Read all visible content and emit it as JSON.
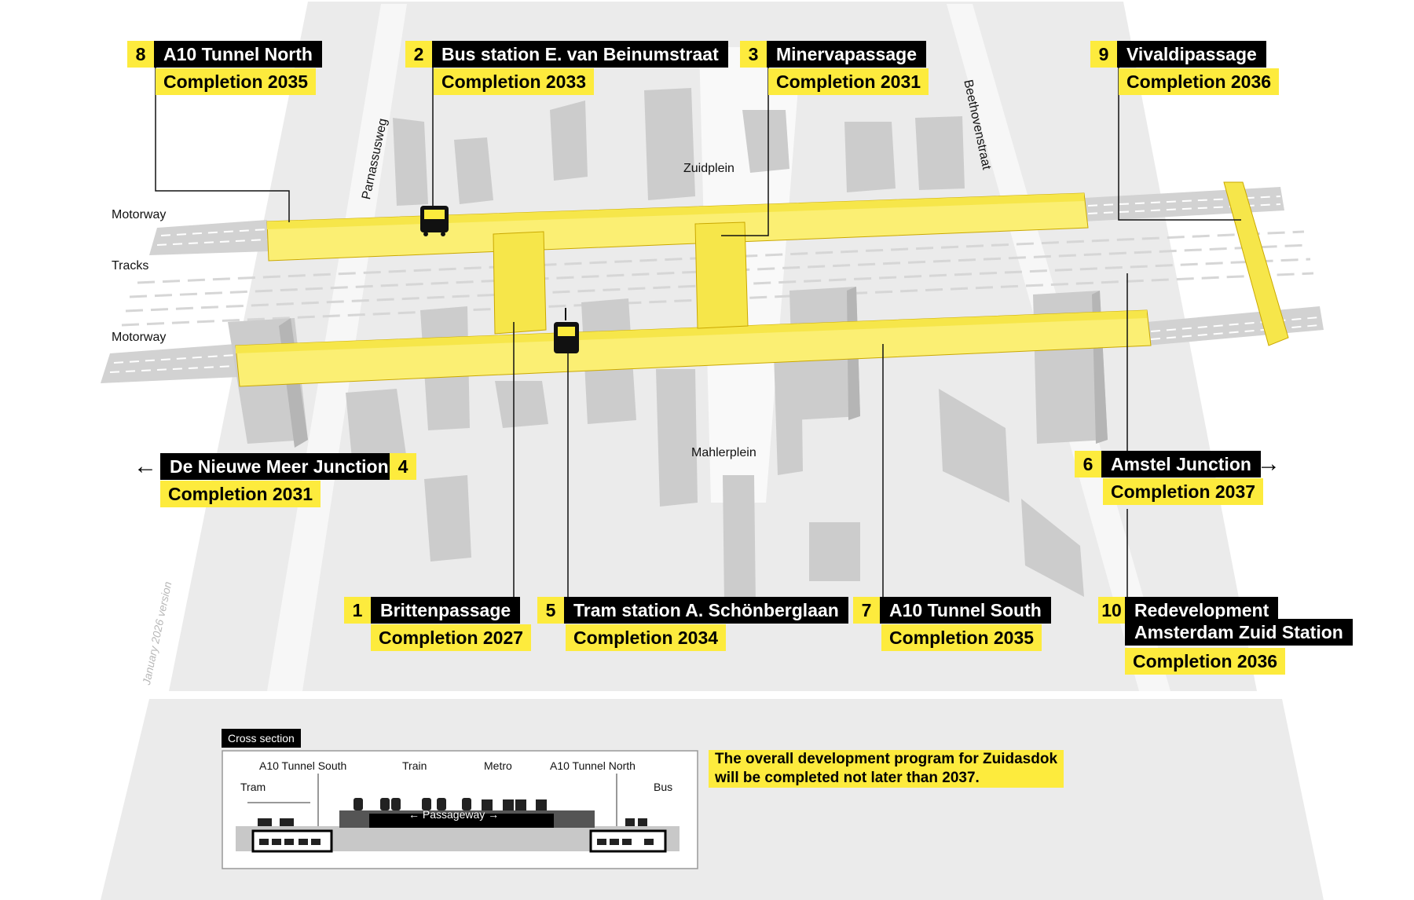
{
  "streets": {
    "motorway_top": "Motorway",
    "tracks": "Tracks",
    "motorway_bottom": "Motorway",
    "parnassusweg": "Parnassusweg",
    "beethovenstraat": "Beethovenstraat",
    "zuidplein": "Zuidplein",
    "mahlerplein": "Mahlerplein"
  },
  "projects": [
    {
      "num": "8",
      "name": "A10 Tunnel North",
      "completion": "Completion 2035"
    },
    {
      "num": "2",
      "name": "Bus station E. van Beinumstraat",
      "completion": "Completion 2033"
    },
    {
      "num": "3",
      "name": "Minervapassage",
      "completion": "Completion 2031"
    },
    {
      "num": "9",
      "name": "Vivaldipassage",
      "completion": "Completion 2036"
    },
    {
      "num": "4",
      "name": "De Nieuwe Meer Junction",
      "completion": "Completion 2031"
    },
    {
      "num": "6",
      "name": "Amstel Junction",
      "completion": "Completion 2037"
    },
    {
      "num": "1",
      "name": "Brittenpassage",
      "completion": "Completion 2027"
    },
    {
      "num": "5",
      "name": "Tram station A. Schönberglaan",
      "completion": "Completion 2034"
    },
    {
      "num": "7",
      "name": "A10 Tunnel South",
      "completion": "Completion 2035"
    },
    {
      "num": "10",
      "name": "Redevelopment",
      "name2": "Amsterdam Zuid Station",
      "completion": "Completion 2036"
    }
  ],
  "version": "January 2026 version",
  "cross_section": {
    "tag": "Cross section",
    "a10_south": "A10 Tunnel South",
    "train": "Train",
    "metro": "Metro",
    "a10_north": "A10 Tunnel North",
    "tram": "Tram",
    "bus": "Bus",
    "passageway": "← Passageway →"
  },
  "note": {
    "line1": "The overall development program for Zuidasdok",
    "line2": "will be completed not later than 2037."
  },
  "colors": {
    "accent": "#fdeb3d",
    "ground": "#ebebeb",
    "building": "#cfcfcf",
    "road": "#f7f7f7"
  }
}
